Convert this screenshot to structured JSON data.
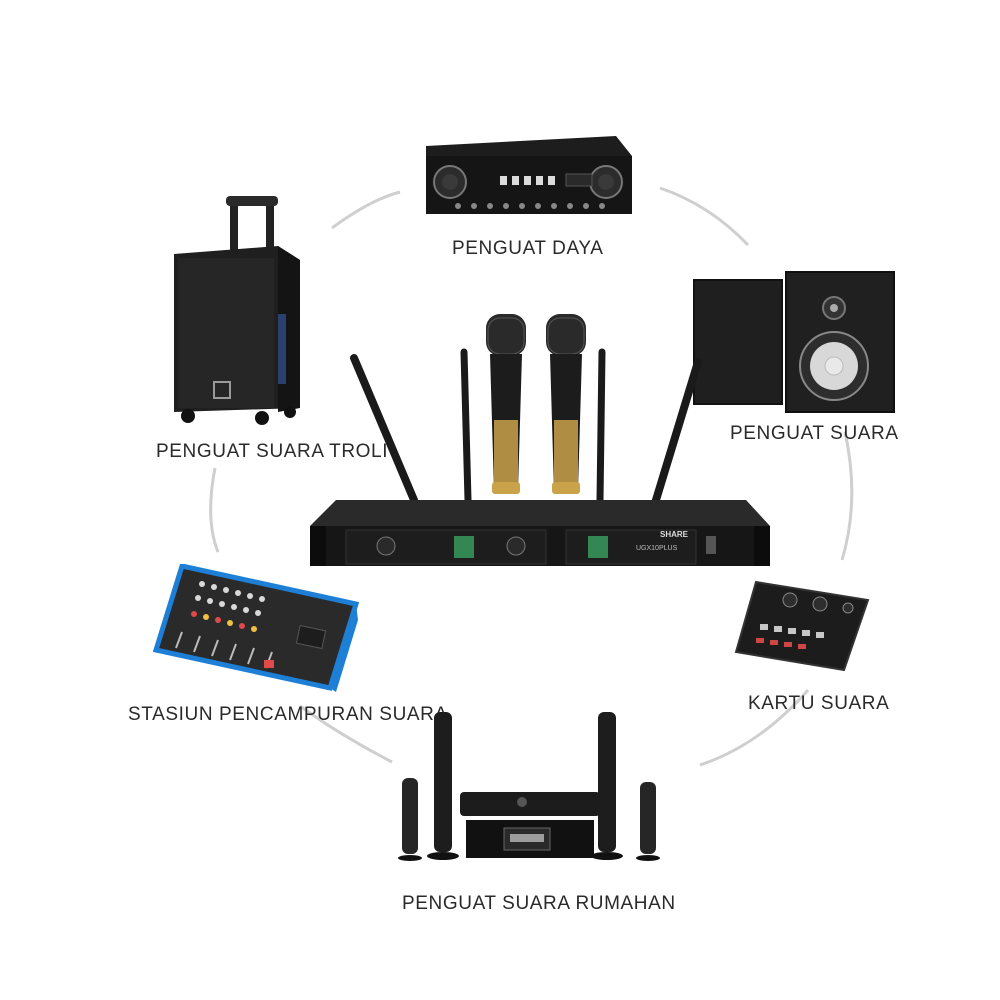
{
  "labels": {
    "amplifier": "PENGUAT DAYA",
    "trolley_speaker": "PENGUAT SUARA TROLI",
    "bookshelf_speakers": "PENGUAT SUARA",
    "mixer": "STASIUN PENCAMPURAN SUARA",
    "sound_card": "KARTU SUARA",
    "home_theater": "PENGUAT SUARA RUMAHAN"
  },
  "center": {
    "receiver_brand": "SHARE",
    "receiver_model": "UGX10PLUS"
  },
  "colors": {
    "connector_ring": "#cfcfcf",
    "device_body": "#1b1b1b",
    "mixer_accent": "#1e7fd6",
    "mic_gold": "#c9a24a"
  }
}
